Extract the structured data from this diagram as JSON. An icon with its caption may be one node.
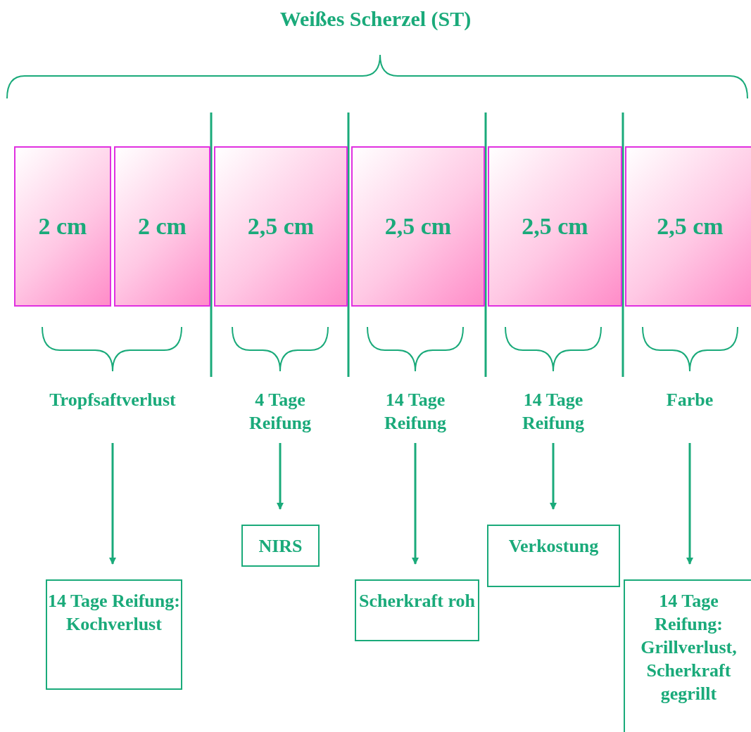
{
  "diagram": {
    "title": "Weißes Scherzel (ST)",
    "nodes": [
      {
        "text": [
          "2 cm"
        ]
      },
      {
        "text": [
          "2 cm"
        ]
      },
      {
        "text": [
          "2,5 cm"
        ]
      },
      {
        "text": [
          "2,5 cm"
        ]
      },
      {
        "text": [
          "2,5 cm"
        ]
      },
      {
        "text": [
          "2,5 cm"
        ]
      },
      {
        "text": [
          "Tropfsaftverlust"
        ]
      },
      {
        "text": [
          "4 Tage Reifung"
        ]
      },
      {
        "text": [
          "14 Tage Reifung"
        ]
      },
      {
        "text": [
          "14 Tage Reifung"
        ]
      },
      {
        "text": [
          "Farbe"
        ]
      },
      {
        "text": [
          "14 Tage Reifung: Kochverlust"
        ]
      },
      {
        "text": [
          "NIRS"
        ]
      },
      {
        "text": [
          "Scherkraft roh"
        ]
      },
      {
        "text": [
          "Verkostung"
        ]
      },
      {
        "text": [
          "14 Tage Reifung: Grillverlust, Scherkraft gegrillt"
        ]
      }
    ],
    "edges": [
      {
        "from": 6,
        "to": 11,
        "arrow": "to"
      },
      {
        "from": 7,
        "to": 12,
        "arrow": "to"
      },
      {
        "from": 8,
        "to": 13,
        "arrow": "to"
      },
      {
        "from": 9,
        "to": 14,
        "arrow": "to"
      },
      {
        "from": 10,
        "to": 15,
        "arrow": "to"
      }
    ]
  }
}
